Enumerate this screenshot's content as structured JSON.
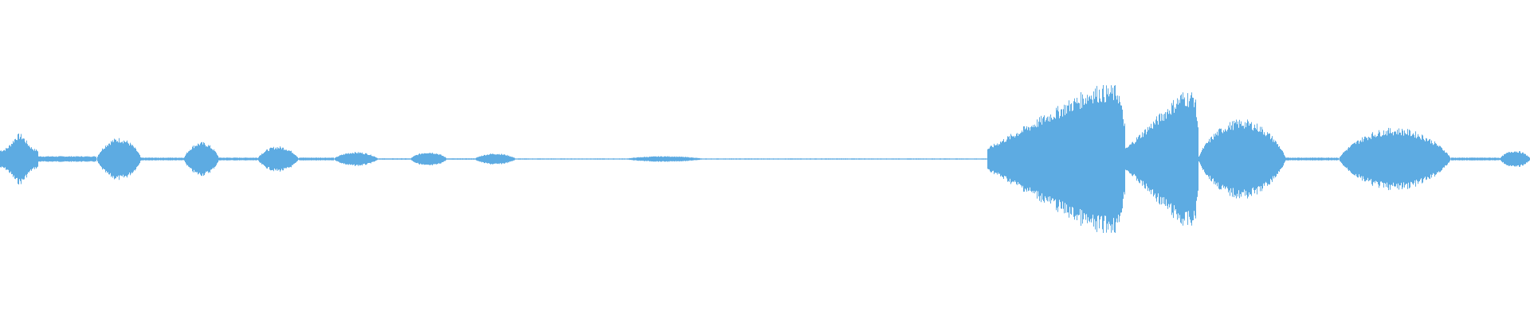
{
  "waveform": {
    "color": "#5DABE2",
    "background": "#FFFFFF",
    "segments": [
      {
        "start": 0.0,
        "end": 0.025,
        "amp": 0.18,
        "shape": "spike"
      },
      {
        "start": 0.025,
        "end": 0.063,
        "amp": 0.02,
        "shape": "flat"
      },
      {
        "start": 0.063,
        "end": 0.092,
        "amp": 0.15,
        "shape": "blob"
      },
      {
        "start": 0.092,
        "end": 0.12,
        "amp": 0.01,
        "shape": "flat"
      },
      {
        "start": 0.12,
        "end": 0.143,
        "amp": 0.12,
        "shape": "blob"
      },
      {
        "start": 0.143,
        "end": 0.168,
        "amp": 0.01,
        "shape": "flat"
      },
      {
        "start": 0.168,
        "end": 0.195,
        "amp": 0.09,
        "shape": "blob"
      },
      {
        "start": 0.195,
        "end": 0.218,
        "amp": 0.01,
        "shape": "flat"
      },
      {
        "start": 0.218,
        "end": 0.247,
        "amp": 0.05,
        "shape": "blob"
      },
      {
        "start": 0.247,
        "end": 0.268,
        "amp": 0.005,
        "shape": "flat"
      },
      {
        "start": 0.268,
        "end": 0.292,
        "amp": 0.05,
        "shape": "blob"
      },
      {
        "start": 0.292,
        "end": 0.31,
        "amp": 0.005,
        "shape": "flat"
      },
      {
        "start": 0.31,
        "end": 0.337,
        "amp": 0.04,
        "shape": "blob"
      },
      {
        "start": 0.337,
        "end": 0.408,
        "amp": 0.004,
        "shape": "flat"
      },
      {
        "start": 0.408,
        "end": 0.46,
        "amp": 0.02,
        "shape": "blob"
      },
      {
        "start": 0.46,
        "end": 0.645,
        "amp": 0.004,
        "shape": "flat"
      },
      {
        "start": 0.645,
        "end": 0.735,
        "amp": 0.52,
        "shape": "rise"
      },
      {
        "start": 0.735,
        "end": 0.783,
        "amp": 0.48,
        "shape": "rise"
      },
      {
        "start": 0.783,
        "end": 0.84,
        "amp": 0.28,
        "shape": "blob"
      },
      {
        "start": 0.84,
        "end": 0.875,
        "amp": 0.01,
        "shape": "flat"
      },
      {
        "start": 0.875,
        "end": 0.948,
        "amp": 0.22,
        "shape": "blob"
      },
      {
        "start": 0.948,
        "end": 0.98,
        "amp": 0.01,
        "shape": "flat"
      },
      {
        "start": 0.98,
        "end": 1.0,
        "amp": 0.06,
        "shape": "blob"
      }
    ]
  }
}
